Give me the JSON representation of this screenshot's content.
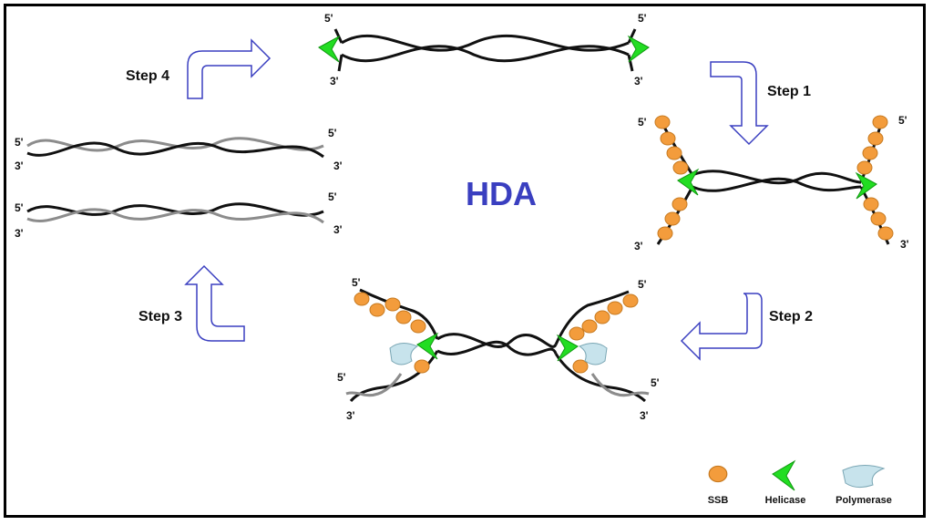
{
  "title": "HDA",
  "steps": {
    "s1": "Step 1",
    "s2": "Step 2",
    "s3": "Step 3",
    "s4": "Step 4"
  },
  "ends": {
    "five": "5'",
    "three": "3'"
  },
  "legend": {
    "ssb": "SSB",
    "helicase": "Helicase",
    "polymerase": "Polymerase"
  },
  "colors": {
    "title": "#3a3fc0",
    "ssb": "#f39c3c",
    "helicase": "#22dd22",
    "polymerase": "#c7e3ec",
    "strand_old": "#111111",
    "strand_new": "#8c8c8c",
    "arrow": "#3a3fc0"
  }
}
